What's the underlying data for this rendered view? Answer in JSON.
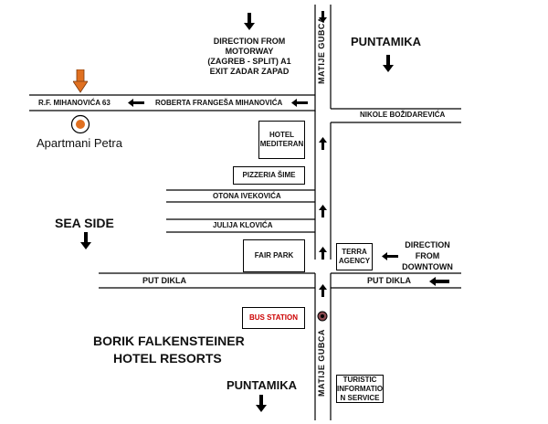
{
  "colors": {
    "road_edge": "#000000",
    "marker": "#e07020",
    "bus_text": "#cc0000"
  },
  "streets": {
    "rf_mihanovica": "R.F. MIHANOVIĆA 63",
    "roberta": "ROBERTA FRANGEŠA MIHANOVIĆA",
    "nikole": "NIKOLE BOŽIDAREVIĆA",
    "otona": "OTONA IVEKOVIĆA",
    "julija": "JULIJA KLOVIĆA",
    "put_dikla_left": "PUT DIKLA",
    "put_dikla_right": "PUT DIKLA",
    "matije_top": "MATIJE GUBCA",
    "matije_bottom": "MATIJE GUBCA"
  },
  "places": {
    "apartmani": "Apartmani Petra",
    "hotel_mediteran": [
      "HOTEL",
      "MEDITERAN"
    ],
    "pizzeria": "PIZZERIA ŠIME",
    "fair_park": "FAIR PARK",
    "terra": [
      "TERRA",
      "AGENCY"
    ],
    "bus_station": "BUS STATION",
    "turistic": [
      "TURISTIC",
      "INFORMATIO",
      "N  SERVICE"
    ]
  },
  "labels": {
    "direction_motorway": [
      "DIRECTION FROM",
      "MOTORWAY",
      "(ZAGREB - SPLIT) A1",
      "EXIT ZADAR ZAPAD"
    ],
    "puntamika_top": "PUNTAMIKA",
    "puntamika_bottom": "PUNTAMIKA",
    "sea_side": "SEA SIDE",
    "direction_downtown": [
      "DIRECTION",
      "FROM",
      "DOWNTOWN"
    ],
    "borik": [
      "BORIK FALKENSTEINER",
      "HOTEL RESORTS"
    ]
  },
  "icons": [
    "arrow-left-icon",
    "arrow-up-icon",
    "arrow-down-icon",
    "location-pin-icon",
    "circle-marker-icon",
    "road-marker-icon"
  ]
}
